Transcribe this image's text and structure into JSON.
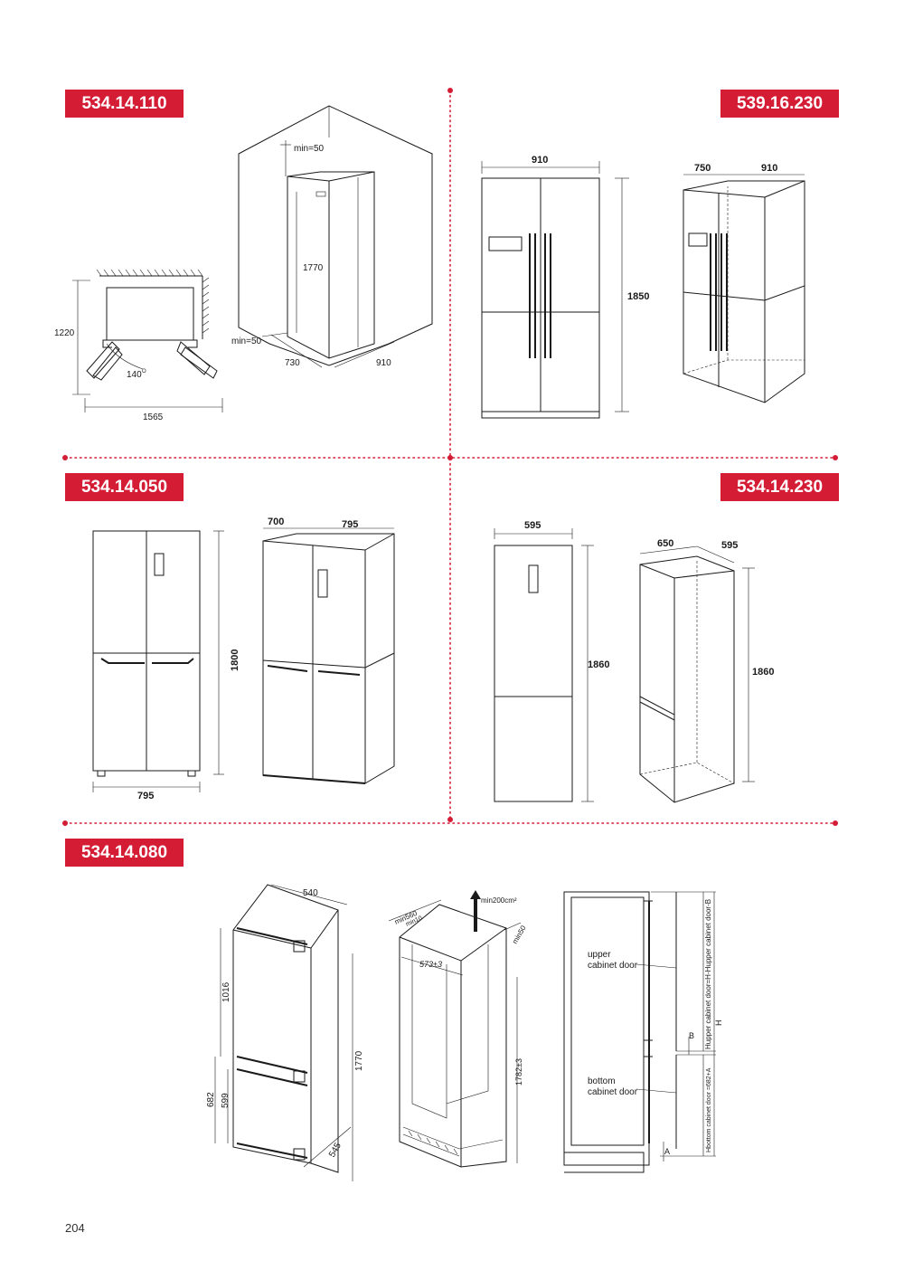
{
  "badges": {
    "b1": "534.14.110",
    "b2": "539.16.230",
    "b3": "534.14.050",
    "b4": "534.14.230",
    "b5": "534.14.080"
  },
  "m110": {
    "d1220": "1220",
    "d140": "140",
    "deg": "O",
    "d1565": "1565",
    "dmin50a": "min=50",
    "d1770": "1770",
    "dmin50b": "min=50",
    "d730": "730",
    "d910": "910"
  },
  "m230a": {
    "d910a": "910",
    "d1850": "1850",
    "d750": "750",
    "d910b": "910"
  },
  "m050": {
    "d700": "700",
    "d795a": "795",
    "d1800": "1800",
    "d795b": "795"
  },
  "m230b": {
    "d595a": "595",
    "d1860a": "1860",
    "d650": "650",
    "d595b": "595",
    "d1860b": "1860"
  },
  "m080": {
    "d540": "540",
    "d1016": "1016",
    "d682": "682",
    "d599": "599",
    "d1770": "1770",
    "d545": "545",
    "dmin560": "min560",
    "dmin10": "min10",
    "dmin200": "min200cm²",
    "dmin50": "min50",
    "d573": "573±3",
    "d1782": "1782±3",
    "upper1": "upper",
    "upper2": "cabinet door",
    "bottom1": "bottom",
    "bottom2": "cabinet door",
    "rotUpper": "Hupper cabinet door=H-Hupper cabinet door-B",
    "rotBottom": "Hbottom cabinet door =682+A",
    "letterB": "B",
    "letterH": "H",
    "letterA": "A"
  },
  "page_number": "204",
  "colors": {
    "accent": "#d51c35"
  }
}
